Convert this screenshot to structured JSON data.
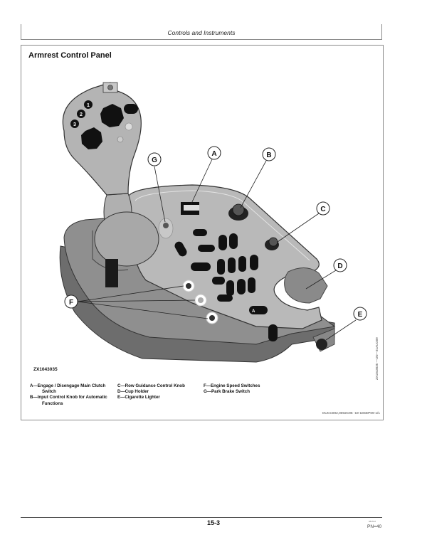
{
  "header": {
    "title": "Controls and Instruments"
  },
  "section": {
    "title": "Armrest Control Panel"
  },
  "figure": {
    "id": "ZX1043035",
    "vertical_id": "ZX1043035 —UN—31AUG09",
    "callouts": [
      "A",
      "B",
      "C",
      "D",
      "E",
      "F",
      "G"
    ],
    "handle_buttons": [
      "1",
      "2",
      "3"
    ]
  },
  "legend": {
    "col1": [
      {
        "key": "A",
        "text": "A—Engage / Disengage Main Clutch Switch"
      },
      {
        "key": "B",
        "text": "B—Input Control Knob for Automatic Functions"
      }
    ],
    "col2": [
      {
        "key": "C",
        "text": "C—Row Guidance Control Knob"
      },
      {
        "key": "D",
        "text": "D—Cup Holder"
      },
      {
        "key": "E",
        "text": "E—Cigarette Lighter"
      }
    ],
    "col3": [
      {
        "key": "F",
        "text": "F—Engine Speed Switches"
      },
      {
        "key": "G",
        "text": "G—Park Brake Switch"
      }
    ]
  },
  "reference_code": "OUCC002,0002C96 -19-18SEP09-1/1",
  "footer": {
    "page_number": "15-3",
    "tiny_code": "081512",
    "pn": "PN=40"
  }
}
